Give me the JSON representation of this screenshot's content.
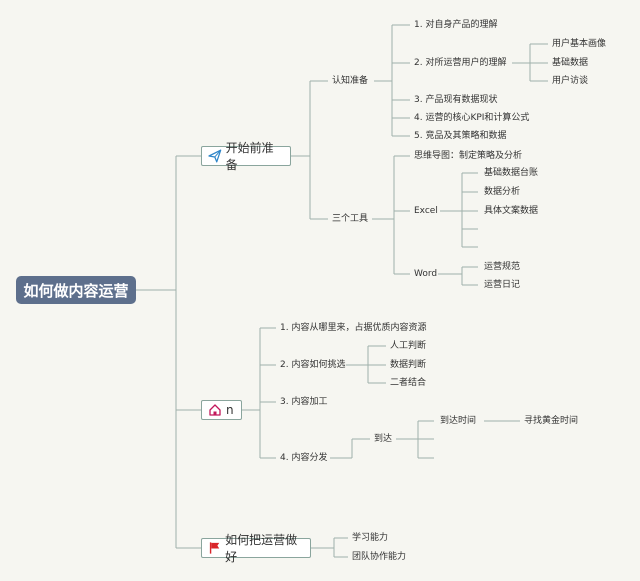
{
  "root": {
    "label": "如何做内容运营"
  },
  "branches": [
    {
      "label": "开始前准备",
      "icon": "paper-plane-icon",
      "children": [
        {
          "label": "认知准备",
          "children": [
            {
              "label": "1. 对自身产品的理解"
            },
            {
              "label": "2. 对所运营用户的理解",
              "children": [
                {
                  "label": "用户基本画像"
                },
                {
                  "label": "基础数据"
                },
                {
                  "label": "用户访谈"
                }
              ]
            },
            {
              "label": "3. 产品现有数据现状"
            },
            {
              "label": "4. 运营的核心KPI和计算公式"
            },
            {
              "label": "5. 竞品及其策略和数据"
            }
          ]
        },
        {
          "label": "三个工具",
          "children": [
            {
              "label": "思维导图：制定策略及分析"
            },
            {
              "label": "Excel",
              "children": [
                {
                  "label": "基础数据台账"
                },
                {
                  "label": "数据分析"
                },
                {
                  "label": "具体文案数据"
                },
                {
                  "label": ""
                },
                {
                  "label": ""
                }
              ]
            },
            {
              "label": "Word",
              "children": [
                {
                  "label": "运营规范"
                },
                {
                  "label": "运营日记"
                }
              ]
            }
          ]
        }
      ]
    },
    {
      "label": "n",
      "icon": "house-icon",
      "children": [
        {
          "label": "1. 内容从哪里来，占据优质内容资源"
        },
        {
          "label": "2. 内容如何挑选",
          "children": [
            {
              "label": "人工判断"
            },
            {
              "label": "数据判断"
            },
            {
              "label": "二者结合"
            }
          ]
        },
        {
          "label": "3. 内容加工"
        },
        {
          "label": "4. 内容分发",
          "children": [
            {
              "label": "到达",
              "children": [
                {
                  "label": "到达时间",
                  "children": [
                    {
                      "label": "寻找黄金时间"
                    }
                  ]
                },
                {
                  "label": ""
                },
                {
                  "label": ""
                }
              ]
            }
          ]
        }
      ]
    },
    {
      "label": "如何把运营做好",
      "icon": "red-flag-icon",
      "children": [
        {
          "label": "学习能力"
        },
        {
          "label": "团队协作能力"
        }
      ]
    }
  ],
  "colors": {
    "root_bg": "#5d6f8c",
    "connector": "#9fb0ab",
    "branch_border": "#8aa59d",
    "flag": "#d9252a",
    "plane": "#2f86c9",
    "house": "#c2185b"
  }
}
